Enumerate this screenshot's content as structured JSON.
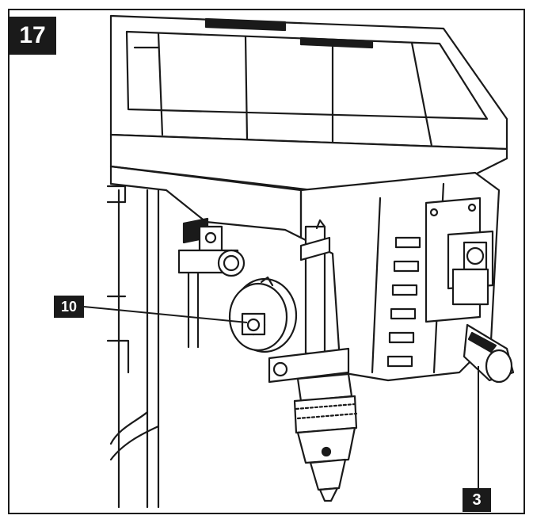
{
  "figure": {
    "number": "17"
  },
  "callouts": [
    {
      "id": "10",
      "label": "10"
    },
    {
      "id": "3",
      "label": "3"
    }
  ],
  "colors": {
    "ink": "#1a1a1a",
    "paper": "#ffffff",
    "shade": "#d9d9d9"
  }
}
